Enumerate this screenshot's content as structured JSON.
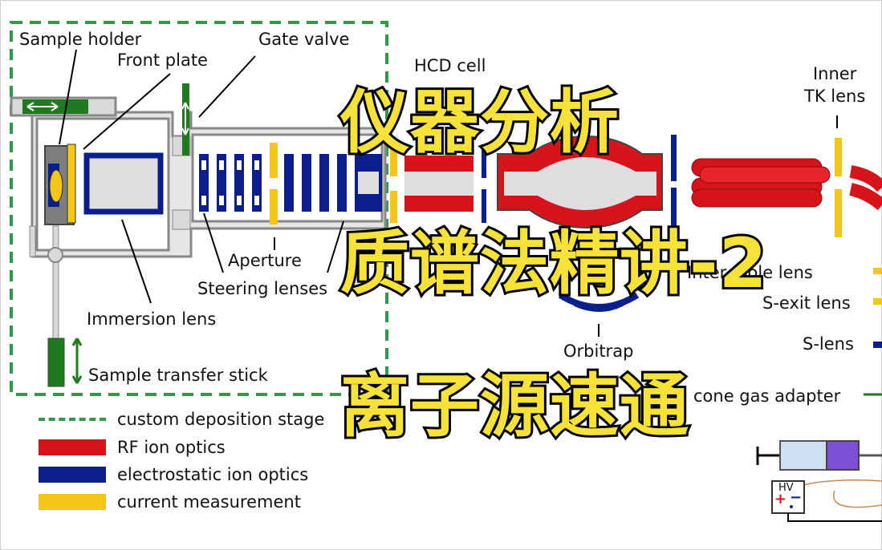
{
  "labels": {
    "sample_holder": "Sample holder",
    "front_plate": "Front plate",
    "gate_valve": "Gate valve",
    "hcd_cell": "HCD cell",
    "inner_tk_lens": "Inner\nTK lens",
    "aperture": "Aperture",
    "steering_lenses": "Steering lenses",
    "immersion_lens": "Immersion lens",
    "sample_transfer_stick": "Sample transfer stick",
    "inter_multipole_lens": "Inter-    pole lens",
    "s_exit_lens": "S-exit lens",
    "s_lens": "S-lens",
    "orbitrap": "Orbitrap",
    "cone_gas_adapter": "cone gas adapter",
    "hv": "HV",
    "hv_plus": "+",
    "hv_minus": "−"
  },
  "legend": [
    {
      "text": "custom deposition stage",
      "style": "dashed",
      "color": "#2e9b4a"
    },
    {
      "text": "RF ion optics",
      "style": "fill",
      "color": "#d7141a"
    },
    {
      "text": "electrostatic ion optics",
      "style": "fill",
      "color": "#0b1f8c"
    },
    {
      "text": "current measurement",
      "style": "fill",
      "color": "#f5c518"
    }
  ],
  "overlay": {
    "line1": "仪器分析",
    "line2": "质谱法精讲-2",
    "line3": "离子源速通"
  },
  "colors": {
    "rf": "#d7141a",
    "electrostatic": "#0b1f8c",
    "current": "#f5c518",
    "green": "#1f7a1f",
    "dashed_box": "#2e9b4a",
    "overlay_fill": "#f7e23a"
  }
}
